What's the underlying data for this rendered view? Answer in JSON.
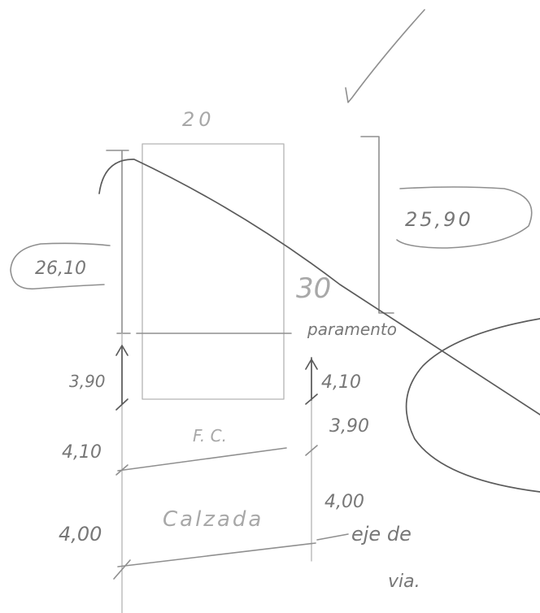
{
  "labels": {
    "top_width": "20",
    "height_left": "26,10",
    "height_right": "25,90",
    "angle": "30",
    "paramento": "paramento",
    "left_dim_1": "3,90",
    "left_dim_2": "4,10",
    "left_dim_3": "4,00",
    "right_dim_1": "4,10",
    "right_dim_2": "3,90",
    "right_dim_3": "4,00",
    "fc": "F. C.",
    "calzada": "Calzada",
    "eje_de": "eje de",
    "via": "via."
  }
}
